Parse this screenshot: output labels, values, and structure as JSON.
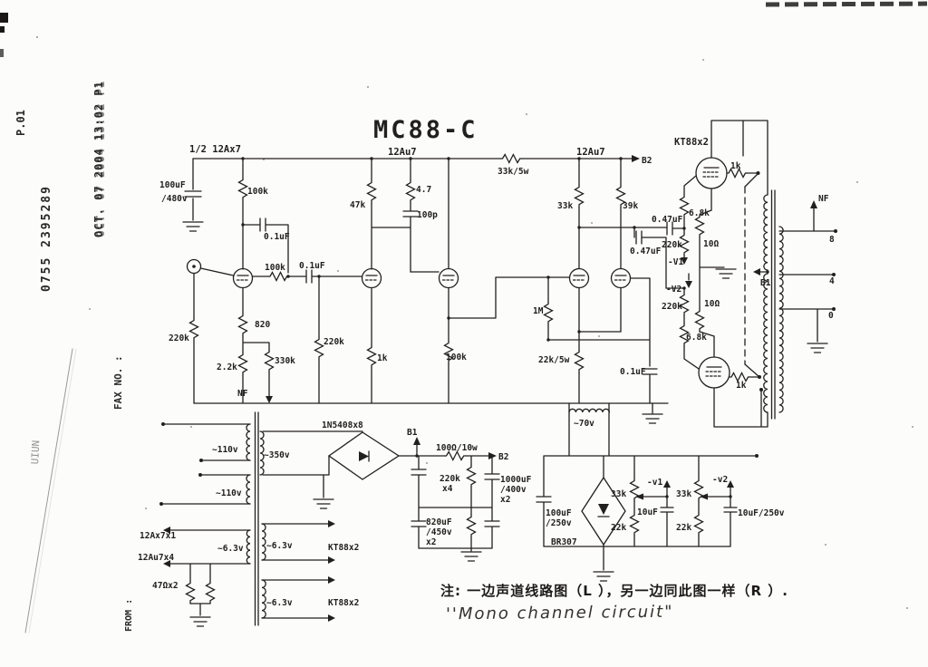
{
  "fax": {
    "page": "P.01",
    "number": "0755 2395289",
    "datetime": "OCT. 07 2004 13:02  P1",
    "fax_no_label": "FAX NO. :",
    "from_label": "FROM :",
    "fold_text": "UIUN"
  },
  "title": "MC88-C",
  "note": {
    "cn": "注: 一边声道线路图（L ），另一边同此图一样（R ）.",
    "en": "''Mono channel circuit\""
  },
  "s1": {
    "tube": "1/2 12Ax7",
    "c_filter_1": "100uF",
    "c_filter_2": "/480v",
    "r_plate": "100k",
    "c_nf": "0.1uF",
    "r_grid_in": "220k",
    "r_cathode": "820",
    "r_nfb": "330k",
    "nf": "NF",
    "r_tail": "2.2k",
    "r_grid_series": "100k",
    "c_couple": "0.1uF"
  },
  "s2": {
    "tube": "12Au7",
    "r_plate": "47k",
    "r_fb": "4.7",
    "c_fb": "100p",
    "r_grid_leak": "220k",
    "r_cathode": "1k",
    "r_follower": "100k"
  },
  "sp": {
    "tube": "12Au7",
    "r_rail": "33k/5w",
    "b2": "B2",
    "r_plate_a": "33k",
    "r_plate_b": "39k",
    "r_grid": "1M",
    "r_tail": "22k/5w",
    "c_bypass": "0.1uF"
  },
  "out": {
    "tube": "KT88x2",
    "c_couple_a": "0.47uF",
    "c_couple_b": "0.47uF",
    "r_screen_a": "6.8k",
    "r_screen_b": "6.8k",
    "r_grid_a": "220k",
    "r_grid_b": "220k",
    "bias_a": "-V1",
    "bias_b": "-V2",
    "r_cath_a": "10Ω",
    "r_cath_b": "10Ω",
    "r_stop_a": "1k",
    "r_stop_b": "1k",
    "nf": "NF",
    "b1": "B1",
    "tap_8": "8",
    "tap_4": "4",
    "tap_0": "0"
  },
  "psu": {
    "bridge": "1N5408x8",
    "prim_a": "~110v",
    "prim_b": "~110v",
    "hv": "~350v",
    "b1": "B1",
    "r_drop": "100Ω/10w",
    "b2": "B2",
    "r_bleed_1": "220k",
    "r_bleed_2": "x4",
    "c_a_1": "820uF",
    "c_a_2": "/450v",
    "c_a_3": "x2",
    "c_b_1": "1000uF",
    "c_b_2": "/400v",
    "c_b_3": "x2",
    "heater_l": "~6.3v",
    "load_a": "12Ax7x1",
    "load_b": "12Au7x4",
    "r_ct": "47Ωx2",
    "heater_r1": "~6.3v",
    "kt_1": "KT88x2",
    "heater_r2": "~6.3v",
    "kt_2": "KT88x2"
  },
  "bias": {
    "winding": "~70v",
    "bridge": "BR307",
    "c_in_1": "100uF",
    "c_in_2": "/250v",
    "r_a1": "33k",
    "r_a2": "22k",
    "c_a": "10uF",
    "v_a": "-v1",
    "r_b1": "33k",
    "r_b2": "22k",
    "c_b": "10uF/250v",
    "v_b": "-v2"
  }
}
